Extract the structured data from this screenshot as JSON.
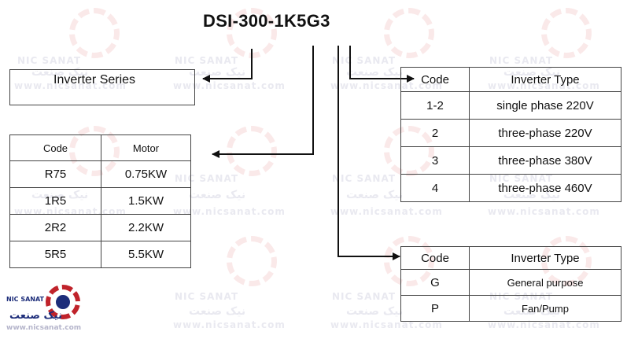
{
  "title": "DSI-300-1K5G3",
  "series_box": {
    "label": "Inverter Series"
  },
  "motor_table": {
    "headers": [
      "Code",
      "Motor"
    ],
    "rows": [
      [
        "R75",
        "0.75KW"
      ],
      [
        "1R5",
        "1.5KW"
      ],
      [
        "2R2",
        "2.2KW"
      ],
      [
        "5R5",
        "5.5KW"
      ]
    ]
  },
  "type_table": {
    "headers": [
      "Code",
      "Inverter Type"
    ],
    "rows": [
      [
        "1-2",
        "single phase 220V"
      ],
      [
        "2",
        "three-phase 220V"
      ],
      [
        "3",
        "three-phase 380V"
      ],
      [
        "4",
        "three-phase 460V"
      ]
    ]
  },
  "purpose_table": {
    "headers": [
      "Code",
      "Inverter Type"
    ],
    "rows": [
      [
        "G",
        "General purpose"
      ],
      [
        "P",
        "Fan/Pump"
      ]
    ]
  },
  "watermark": {
    "brand_en": "NIC SANAT",
    "brand_fa": "نیک صنعت",
    "url": "www.nicsanat.com"
  },
  "colors": {
    "watermark_red": "#c0232b",
    "watermark_blue": "#1d2d7a",
    "line": "#111111"
  },
  "icons": [
    "gear-logo-icon"
  ]
}
